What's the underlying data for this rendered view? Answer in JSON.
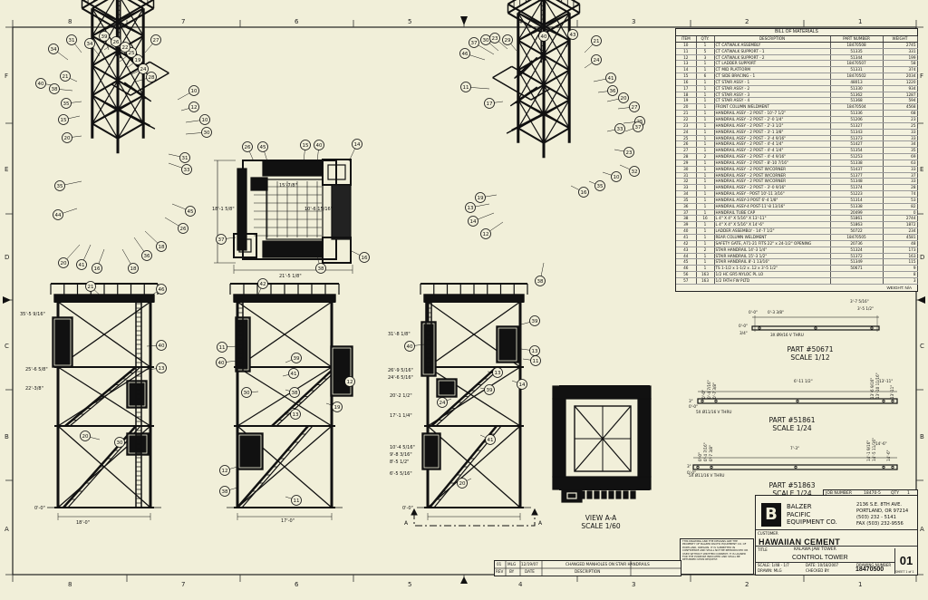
{
  "zones": {
    "top": [
      "8",
      "7",
      "6",
      "5",
      "4",
      "3",
      "2",
      "1"
    ],
    "side": [
      "F",
      "E",
      "D",
      "C",
      "B",
      "A"
    ]
  },
  "bom": {
    "caption": "BILL OF MATERIALS",
    "headers": [
      "ITEM",
      "QTY.",
      "DESCRIPTION",
      "PART NUMBER",
      "WEIGHT"
    ],
    "rows": [
      [
        "10",
        "1",
        "CT CATWALK ASSEMBLY",
        "18470508",
        "2745"
      ],
      [
        "11",
        "5",
        "CT CATWALK SUPPORT - 1",
        "51335",
        "331"
      ],
      [
        "12",
        "3",
        "CT CATWALK SUPPORT - 2",
        "51344",
        "199"
      ],
      [
        "13",
        "1",
        "CT LADDER SUPPORT",
        "18470507",
        "58"
      ],
      [
        "14",
        "1",
        "CT MID PLATFORM",
        "51331",
        "374"
      ],
      [
        "15",
        "6",
        "CT SIDE BRACING - 1",
        "18470502",
        "2034"
      ],
      [
        "16",
        "1",
        "CT STAIR ASSY - 1",
        "48013",
        "1220"
      ],
      [
        "17",
        "1",
        "CT STAIR ASSY - 2",
        "51330",
        "934"
      ],
      [
        "18",
        "1",
        "CT STAIR ASSY - 3",
        "51362",
        "1287"
      ],
      [
        "19",
        "1",
        "CT STAIR ASSY - 4",
        "51368",
        "594"
      ],
      [
        "20",
        "1",
        "FRONT COLUMN WELDMENT",
        "18470504",
        "4568"
      ],
      [
        "21",
        "1",
        "HANDRAIL ASSY - 2 POST - 10'-7 1/2\"",
        "51336",
        "68"
      ],
      [
        "22",
        "1",
        "HANDRAIL ASSY - 2 POST - 2'-0 1/4\"",
        "51206",
        "23"
      ],
      [
        "23",
        "1",
        "HANDRAIL ASSY - 2 POST - 2'-3 1/2\"",
        "51327",
        "25"
      ],
      [
        "24",
        "1",
        "HANDRAIL ASSY - 2 POST - 3'-1 3/8\"",
        "51343",
        "33"
      ],
      [
        "25",
        "1",
        "HANDRAIL ASSY - 2 POST - 3'-4 9/16\"",
        "51373",
        "33"
      ],
      [
        "26",
        "1",
        "HANDRAIL ASSY - 2 POST - 4'-4 1/4\"",
        "51427",
        "34"
      ],
      [
        "27",
        "1",
        "HANDRAIL ASSY - 2 POST - 4'-4 1/4\"",
        "51354",
        "35"
      ],
      [
        "28",
        "2",
        "HANDRAIL ASSY - 2 POST - 4'-4 9/16\"",
        "51253",
        "69"
      ],
      [
        "29",
        "1",
        "HANDRAIL ASSY - 2 POST - 8'-10 7/16\"",
        "51338",
        "63"
      ],
      [
        "30",
        "1",
        "HANDRAIL ASSY - 2 POST W/CORNER",
        "51437",
        "33"
      ],
      [
        "31",
        "1",
        "HANDRAIL ASSY - 2 POST W/CORNER",
        "51377",
        "37"
      ],
      [
        "32",
        "1",
        "HANDRAIL ASSY - 2 POST W/CORNER",
        "51348",
        "33"
      ],
      [
        "33",
        "1",
        "HANDRAIL ASSY - 2 POST - 3'-0 9/16\"",
        "51374",
        "28"
      ],
      [
        "34",
        "1",
        "HANDRAIL ASSY - POST 10'-11 3/16\"",
        "51223",
        "74"
      ],
      [
        "35",
        "1",
        "HANDRAIL ASSY-3 POST 6'-4 1/8\"",
        "51314",
        "53"
      ],
      [
        "36",
        "1",
        "HANDRAIL ASSY-4 POST-11'-8 13/16\"",
        "51338",
        "82"
      ],
      [
        "37",
        "1",
        "HANDRAIL TUBE CAP",
        "20499",
        "0"
      ],
      [
        "38",
        "16",
        "L 4\" X 4\" X 5/16\" X 13'-11\"",
        "51861",
        "2744"
      ],
      [
        "39",
        "1",
        "L 4\" X 4\" X 5/16\" X 14'-6\"",
        "51863",
        "1872"
      ],
      [
        "40",
        "1",
        "LADDER ASSEMBLY - 14'-7 1/2\"",
        "50722",
        "234"
      ],
      [
        "41",
        "1",
        "REAR COLUMN WELDMENT",
        "18470505",
        "4581"
      ],
      [
        "42",
        "1",
        "SAFETY GATE, A71-21 FITS 22\" x 24-1/2\" OPENING",
        "20736",
        "48"
      ],
      [
        "43",
        "2",
        "STAIR HANDRAIL 14'-3 1/4\"",
        "51324",
        "173"
      ],
      [
        "44",
        "1",
        "STAIR HANDRAIL 15'-3 1/2\"",
        "51372",
        "163"
      ],
      [
        "45",
        "1",
        "STAIR HANDRAIL 8'-1 13/16\"",
        "51349",
        "115"
      ],
      [
        "46",
        "1",
        "TS 1-1/2 x 1-1/2 x .12 x 3'-5 1/2\"",
        "50671",
        "9"
      ],
      [
        "56",
        "163",
        "1/2 HC GR5 NYLOC PL LO",
        "",
        "8"
      ],
      [
        "57",
        "163",
        "1/2 FATH FW PLTD",
        "",
        "3"
      ]
    ],
    "total_label": "WEIGHT: N/A"
  },
  "views": {
    "plan_dims": {
      "width": "21'-5 1/8\"",
      "height": "18'-1 5/8\"",
      "inner1": "15'-7/8\"",
      "inner2": "10'-6 15/16\""
    },
    "elev1_dims": [
      "35'-5 9/16\"",
      "25'-6 5/8\"",
      "22'-3/8\"",
      "0'-0\"",
      "18'-0\""
    ],
    "elev2_dims": [
      "17'-0\""
    ],
    "elev3_dims": [
      "31'-8 1/8\"",
      "26'-9 5/16\"",
      "24'-6 5/16\"",
      "20'-2 1/2\"",
      "17'-1 1/4\"",
      "10'-4 5/16\"",
      "9'-8 3/16\"",
      "8'-5 1/2\"",
      "6'-5 5/16\"",
      "0'-0\""
    ],
    "view_aa": {
      "title": "VIEW  A-A",
      "scale": "SCALE 1/60"
    },
    "section_marks": [
      "A",
      "A"
    ],
    "parts": [
      {
        "label": "PART #50671",
        "scale": "SCALE 1/12",
        "dims": [
          "3'-7 5/16\"",
          "3'-5 1/2\"",
          "0'-0\"",
          "3/4\"",
          "3X Ø9/16 V THRU",
          "0'-3 3/8\"",
          "0'-0\""
        ]
      },
      {
        "label": "PART #51861",
        "scale": "SCALE 1/24",
        "dims": [
          "13'-11\"",
          "6'-11 1/2\"",
          "13'-6 9/16\"",
          "13'-10 11/16\"",
          "13'-11\"",
          "3\"",
          "0'-0\"",
          "0'-0\"",
          "0'-4 7/16\"",
          "0'-7 3/8\"",
          "5X Ø11/16 V THRU"
        ]
      },
      {
        "label": "PART #51863",
        "scale": "SCALE 1/24",
        "dims": [
          "14'-6\"",
          "7'-3\"",
          "14'-1 9/16\"",
          "14'-5 11/16\"",
          "14'-6\"",
          "3\"",
          "0'-0\"",
          "0'-0\"",
          "0'-4 7/16\"",
          "0'-7 3/8\"",
          "5X Ø11/16 V THRU"
        ]
      }
    ],
    "balloons_iso1": [
      "34",
      "31",
      "34",
      "39",
      "27",
      "21",
      "40",
      "38",
      "35",
      "15",
      "20",
      "35",
      "44",
      "20",
      "41",
      "16",
      "18",
      "36",
      "18",
      "26",
      "45",
      "33",
      "31",
      "30",
      "10",
      "12",
      "10",
      "28",
      "24",
      "19",
      "25",
      "22",
      "26"
    ],
    "balloons_iso2": [
      "37",
      "30",
      "23",
      "29",
      "46",
      "11",
      "17",
      "40",
      "43",
      "21",
      "24",
      "41",
      "36",
      "20",
      "27",
      "25",
      "33",
      "23",
      "32",
      "37",
      "10",
      "35",
      "16",
      "38",
      "12",
      "14",
      "13",
      "19"
    ],
    "balloons_plan": [
      "26",
      "15",
      "40",
      "14",
      "38",
      "37",
      "45",
      "16"
    ],
    "balloons_elev1": [
      "46",
      "40",
      "13",
      "21",
      "20",
      "30"
    ],
    "balloons_elev2": [
      "42",
      "11",
      "40",
      "39",
      "41",
      "12",
      "19",
      "38",
      "13",
      "30",
      "12",
      "38",
      "11"
    ],
    "balloons_elev3": [
      "40",
      "39",
      "13",
      "14",
      "11",
      "24",
      "39",
      "13",
      "41",
      "20"
    ]
  },
  "title_block": {
    "job_number_label": "JOB NUMBER",
    "job_number": "18470-5",
    "qty_label": "QTY",
    "qty": "1",
    "company_line1": "BALZER",
    "company_line2": "PACIFIC",
    "company_line3": "EQUIPMENT CO.",
    "address1": "2136 S.E. 8TH AVE.",
    "address2": "PORTLAND, OR 97214",
    "phone": "(503) 232 - 5141",
    "fax": "FAX (503) 232-9556",
    "customer_label": "CUSTOMER",
    "customer": "HAWAIIAN CEMENT",
    "title_label": "TITLE",
    "subtitle": "KALAWA JAW TOWER",
    "title": "CONTROL TOWER",
    "scale": "SCALE: 1/48 - 1/7",
    "date": "DATE: 10/18/2007",
    "drawn": "DRAWN: MLG",
    "checked": "CHECKED BY:",
    "drawing_number_label": "DRAWING NUMBER",
    "drawing_number": "18470500",
    "sheet": "01",
    "sheet_of": "SHEET 1 of 1"
  },
  "revisions": {
    "row": [
      "01",
      "MLG",
      "12/19/07",
      "CHANGED MANHOLES ON STAIR HANDRAILS"
    ],
    "headers": [
      "REV",
      "BY",
      "DATE",
      "DESCRIPTION"
    ]
  },
  "note": "THIS DRAWING AND THE DESIGNS ARE THE PROPERTY OF BALZER PACIFIC EQUIPMENT CO. OF PORTLAND, OREGON. IT IS SUBMITTED IN CONFIDENCE AND SHALL NOT BE REPRODUCED OR USED WITHOUT WRITTEN CONSENT. IT IS LOANED FOR THE PURPOSE INDICATED AND SHALL BE RETURNED UPON REQUEST."
}
